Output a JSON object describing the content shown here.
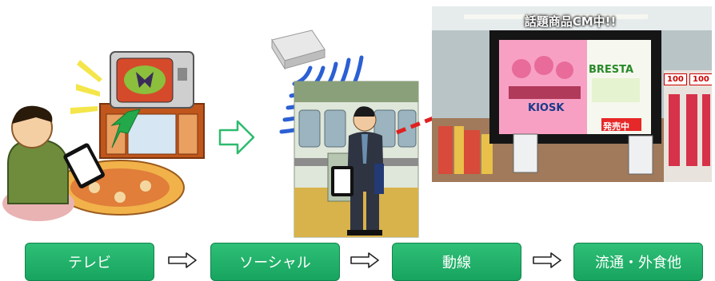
{
  "steps": [
    {
      "label": "テレビ"
    },
    {
      "label": "ソーシャル"
    },
    {
      "label": "動線"
    },
    {
      "label": "流通・外食他"
    }
  ],
  "photo": {
    "banner": "話題商品CM中!!",
    "screen_brand": "KIOSK",
    "product_name": "BRESTA",
    "sale_label": "発売中",
    "price_tag_1": "100",
    "price_tag_2": "100"
  },
  "colors": {
    "step_green": "#1faa63",
    "arrow_green": "#2dbb6e",
    "signal_blue": "#2c5fd3",
    "dashed_red": "#e02020"
  }
}
